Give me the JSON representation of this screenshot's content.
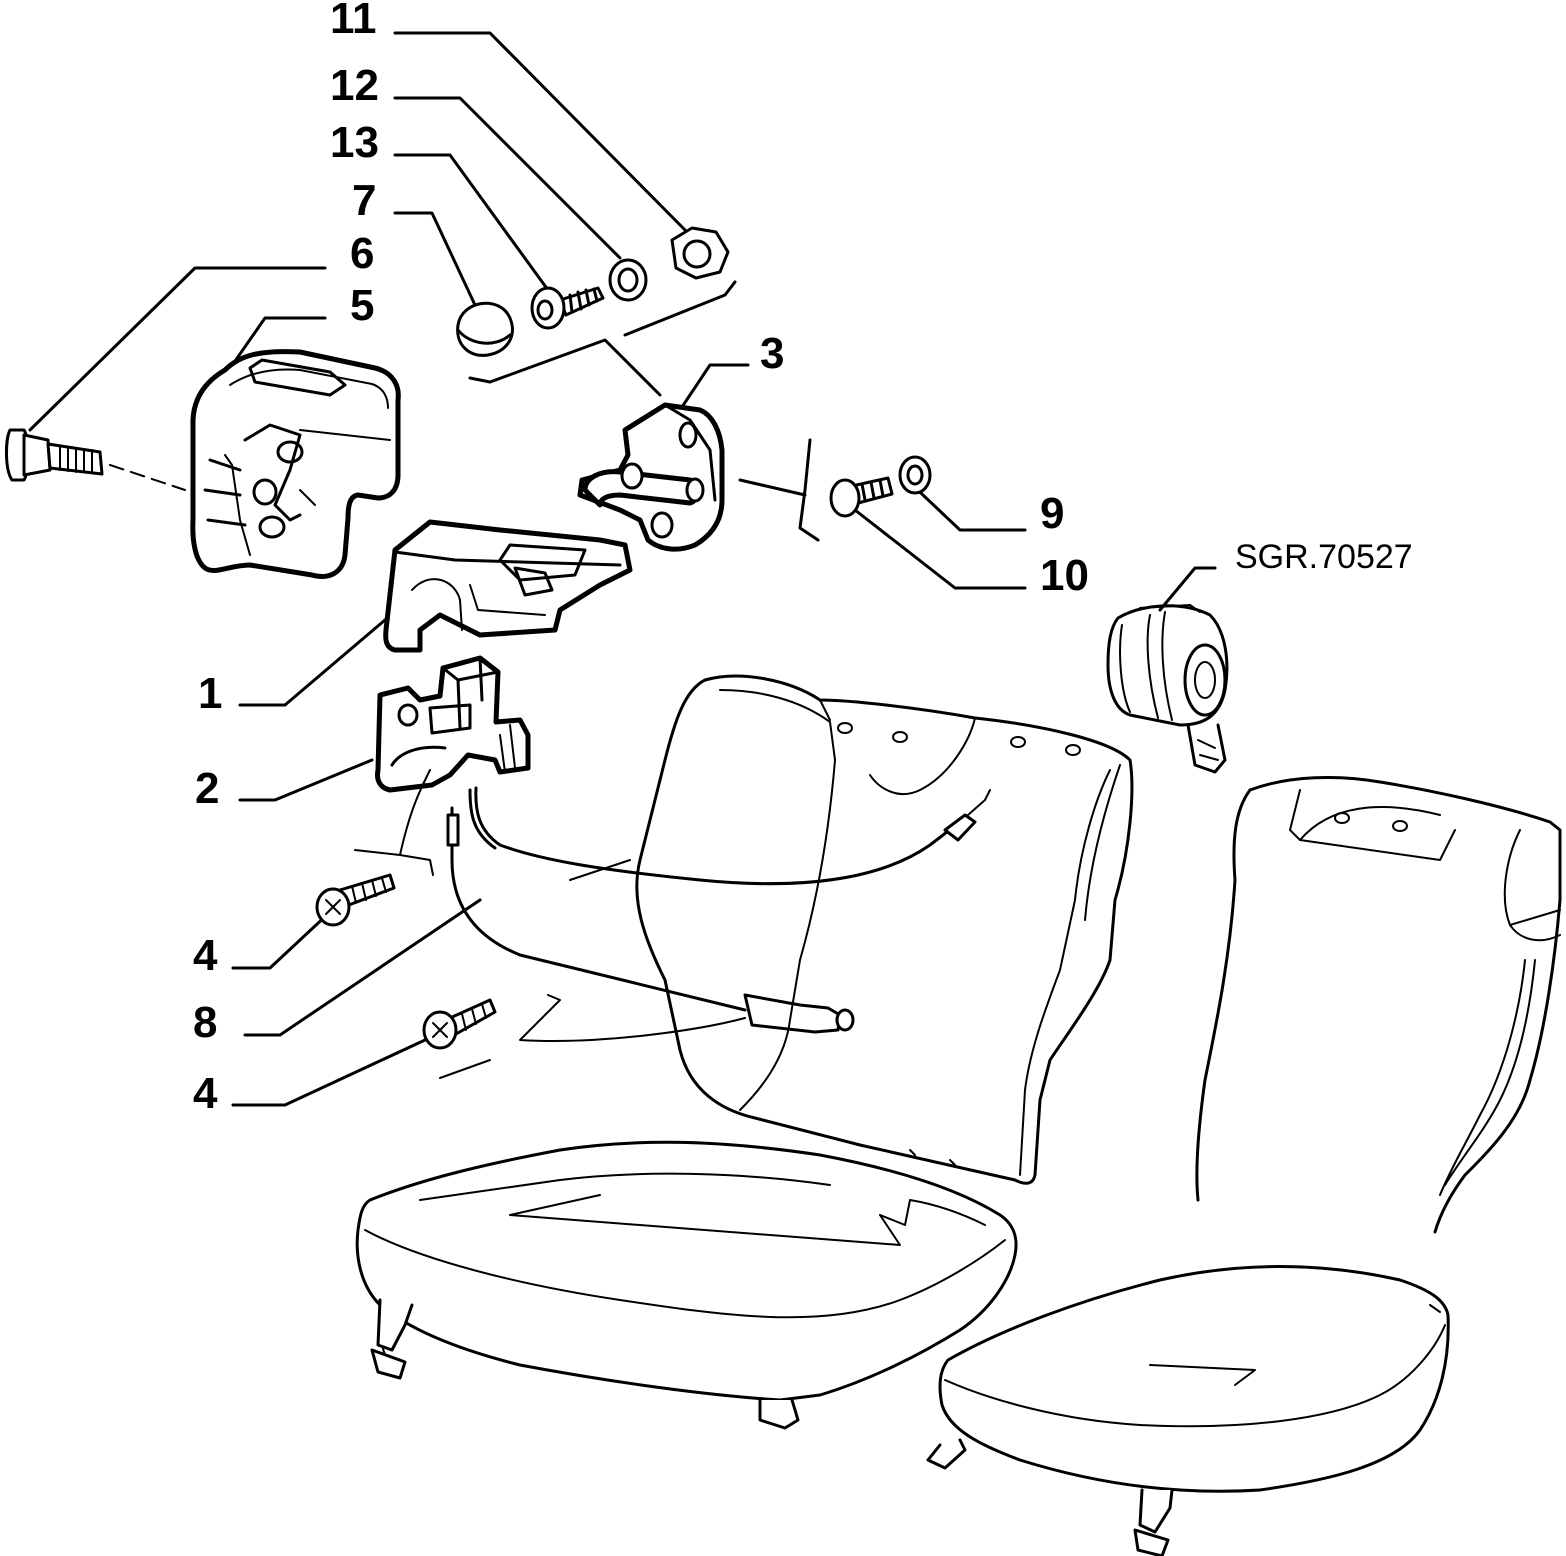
{
  "diagram": {
    "reference_code": "SGR.70527",
    "callouts": [
      {
        "id": "c11",
        "label": "11"
      },
      {
        "id": "c12",
        "label": "12"
      },
      {
        "id": "c13",
        "label": "13"
      },
      {
        "id": "c7",
        "label": "7"
      },
      {
        "id": "c6",
        "label": "6"
      },
      {
        "id": "c5",
        "label": "5"
      },
      {
        "id": "c3",
        "label": "3"
      },
      {
        "id": "c9",
        "label": "9"
      },
      {
        "id": "c10",
        "label": "10"
      },
      {
        "id": "c1",
        "label": "1"
      },
      {
        "id": "c2",
        "label": "2"
      },
      {
        "id": "c4a",
        "label": "4"
      },
      {
        "id": "c8",
        "label": "8"
      },
      {
        "id": "c4b",
        "label": "4"
      }
    ]
  }
}
